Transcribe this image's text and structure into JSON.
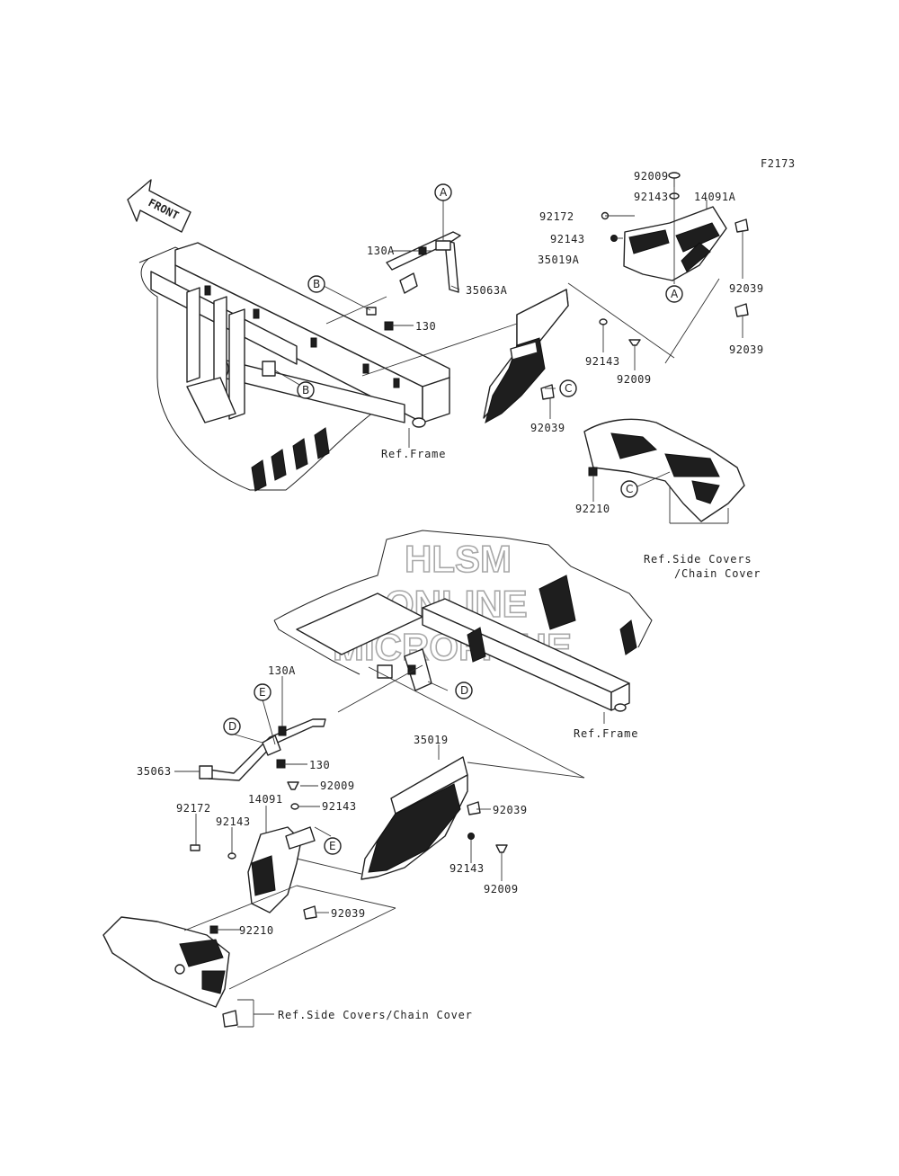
{
  "figure_code": "F2173",
  "front_arrow": "FRONT",
  "watermark": [
    "HLSM",
    "ONLINE",
    "MICROFICHE"
  ],
  "callouts": {
    "A": "A",
    "B": "B",
    "C": "C",
    "D": "D",
    "E": "E"
  },
  "labels_top": {
    "p92009_top": "92009",
    "p92143_top": "92143",
    "p14091A": "14091A",
    "p92172_top": "92172",
    "p92143_top2": "92143",
    "p130A_top": "130A",
    "p35019A": "35019A",
    "p35063A": "35063A",
    "p130_top": "130",
    "p92039_r1": "92039",
    "p92039_r2": "92039",
    "p92143_mid": "92143",
    "p92009_mid": "92009",
    "p92039_mid": "92039",
    "p92210_top": "92210",
    "ref_frame_top": "Ref.Frame",
    "ref_side_covers_1": "Ref.Side Covers",
    "ref_side_covers_2": "/Chain Cover"
  },
  "labels_bottom": {
    "p130A_bot": "130A",
    "p35063": "35063",
    "p130_bot": "130",
    "p35019": "35019",
    "p92009_b1": "92009",
    "p92143_b1": "92143",
    "p92039_b1": "92039",
    "p92172_bot": "92172",
    "p92143_b2": "92143",
    "p14091": "14091",
    "p92143_b3": "92143",
    "p92009_b2": "92009",
    "p92039_b2": "92039",
    "p92210_bot": "92210",
    "ref_frame_bot": "Ref.Frame",
    "ref_side_covers_bot": "Ref.Side Covers/Chain Cover"
  }
}
